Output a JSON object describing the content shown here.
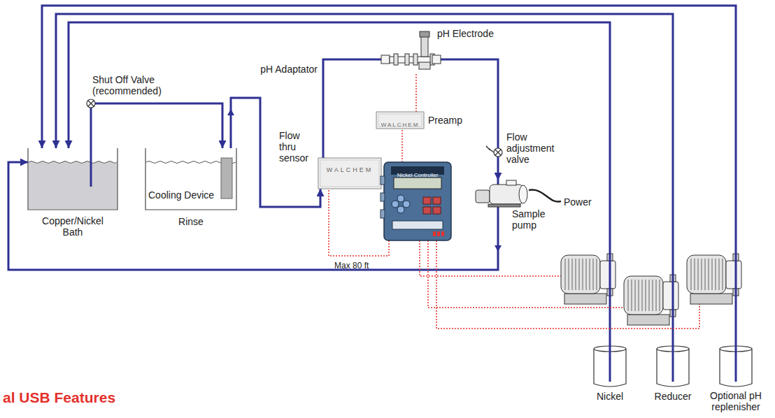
{
  "diagram": {
    "nodes": [
      {
        "text": [
          "Copper/Nickel Bath"
        ]
      },
      {
        "text": [
          "Cooling Device",
          "Rinse"
        ]
      },
      {
        "text": [
          "WALCHEM",
          "Flow thru sensor"
        ]
      },
      {
        "text": [
          "pH Electrode"
        ]
      },
      {
        "text": [
          "WALCHEM",
          "Preamp"
        ]
      },
      {
        "text": [
          "Nickel Controller"
        ]
      },
      {
        "text": [
          "Sample pump"
        ]
      },
      {
        "text": [
          "Nickel"
        ]
      },
      {
        "text": [
          "Reducer"
        ]
      },
      {
        "text": [
          "Optional pH replenisher"
        ]
      }
    ],
    "edges": [
      {
        "from": 0,
        "to": 1,
        "arrow": "to"
      },
      {
        "from": 1,
        "to": 2,
        "arrow": "to"
      },
      {
        "from": 2,
        "to": 3,
        "arrow": "none"
      },
      {
        "from": 3,
        "to": 6,
        "arrow": "to"
      },
      {
        "from": 6,
        "to": 0,
        "arrow": "to"
      },
      {
        "from": 7,
        "to": 0,
        "arrow": "to"
      },
      {
        "from": 8,
        "to": 0,
        "arrow": "to"
      },
      {
        "from": 9,
        "to": 0,
        "arrow": "to"
      },
      {
        "from": 5,
        "to": 2,
        "arrow": "none"
      },
      {
        "from": 5,
        "to": 4,
        "arrow": "none"
      },
      {
        "from": 4,
        "to": 3,
        "arrow": "none"
      }
    ],
    "labels": [
      "Shut Off Valve (recommended)",
      "pH Adaptator",
      "Flow adjustment valve",
      "Power",
      "Max 80 ft",
      "al USB Features"
    ]
  }
}
